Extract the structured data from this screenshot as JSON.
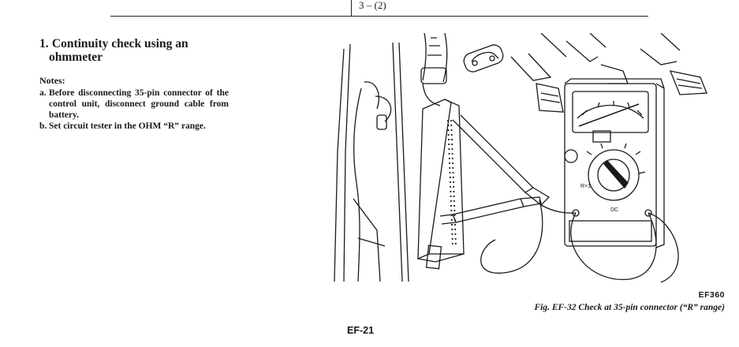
{
  "header": {
    "table_cell": "3 – (2)"
  },
  "section": {
    "number": "1.",
    "title_line1": "Continuity check using an",
    "title_line2": "ohmmeter"
  },
  "notes": {
    "title": "Notes:",
    "items": [
      {
        "marker": "a.",
        "text": "Before disconnecting 35-pin connector of the control unit, disconnect ground cable from battery."
      },
      {
        "marker": "b.",
        "text": "Set circuit tester in the OHM “R” range."
      }
    ]
  },
  "figure": {
    "code": "EF360",
    "caption": "Fig. EF-32 Check at 35-pin connector (“R” range)",
    "meter": {
      "dial_left": "R×1",
      "dial_right": "DC"
    }
  },
  "page_number": "EF-21"
}
